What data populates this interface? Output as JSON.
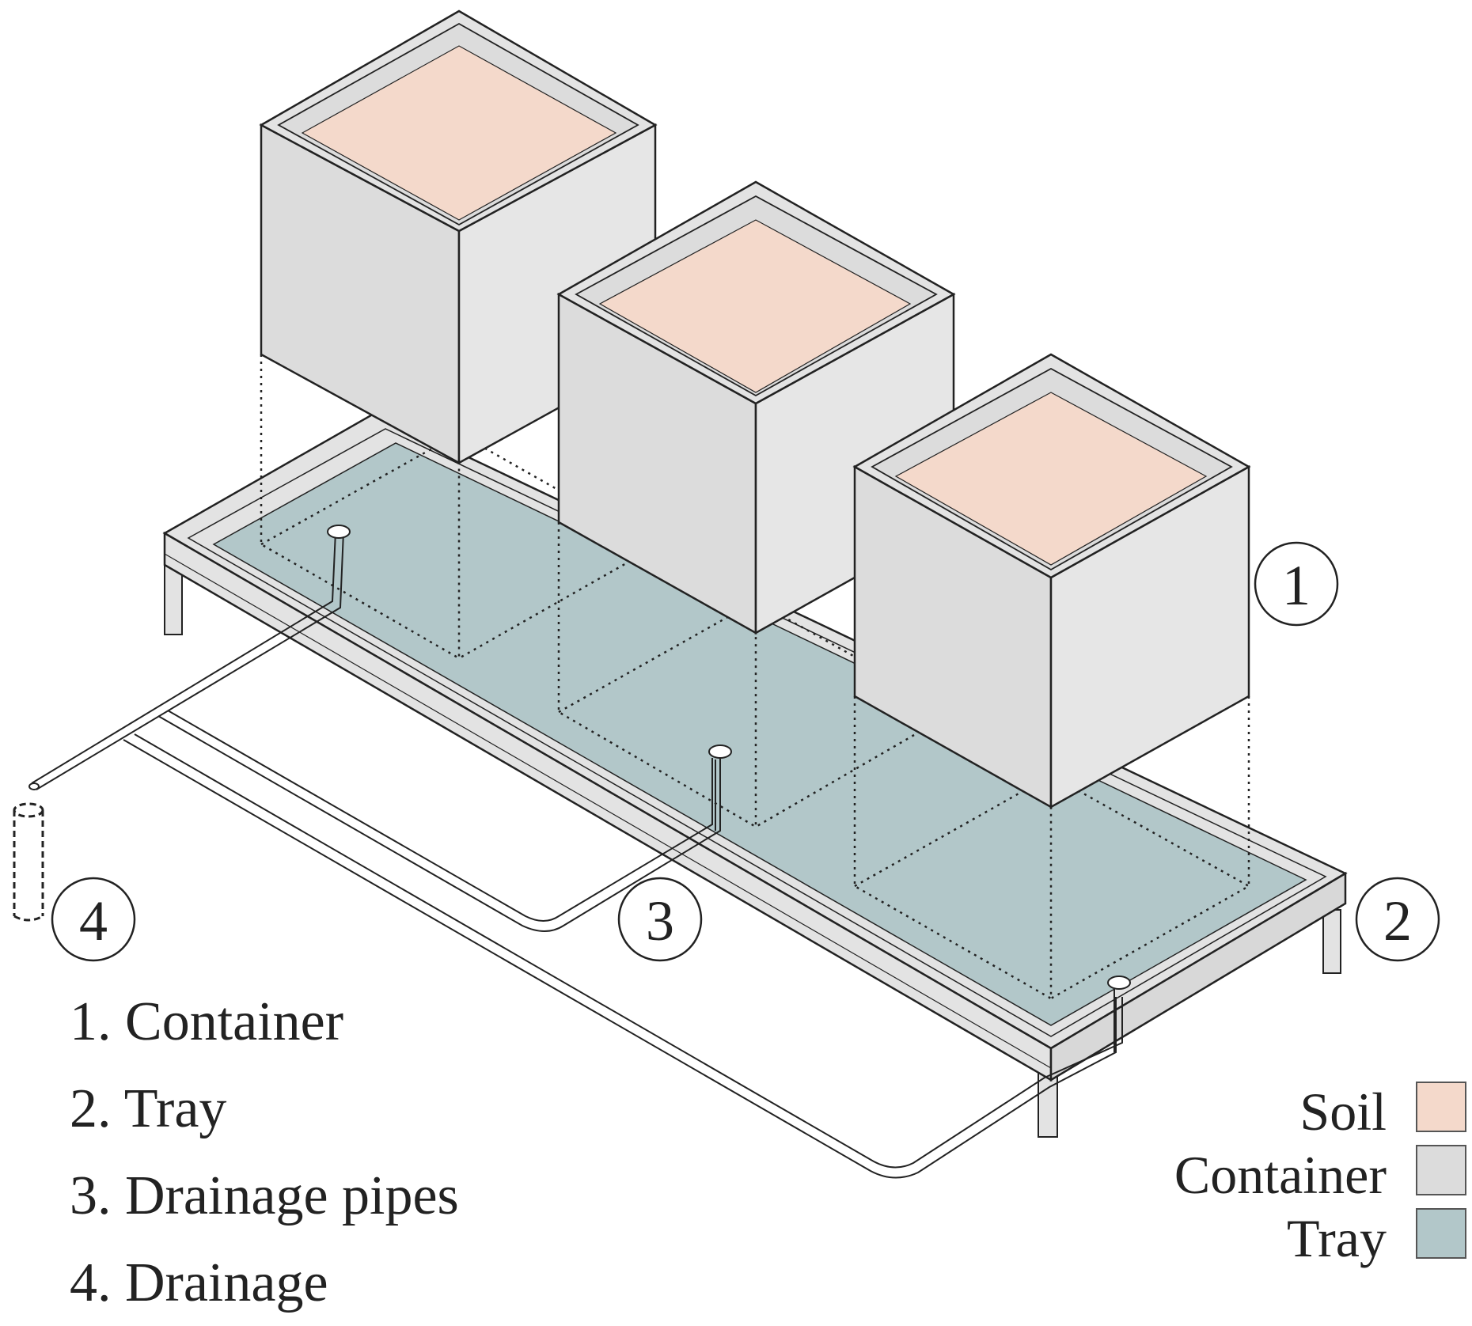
{
  "callouts": [
    "1",
    "2",
    "3",
    "4"
  ],
  "legend": [
    {
      "label": "Soil",
      "color": "#f4d9cb"
    },
    {
      "label": "Container",
      "color": "#dcdcdc"
    },
    {
      "label": "Tray",
      "color": "#b2c7c9"
    }
  ],
  "key": [
    "1. Container",
    "2. Tray",
    "3. Drainage pipes",
    "4. Drainage"
  ],
  "colors": {
    "soil": "#f4d9cb",
    "container": "#dcdcdc",
    "container_side": "#e6e6e6",
    "tray_water": "#b2c7c9",
    "tray_frame": "#e3e3e3",
    "outline": "#222222"
  }
}
